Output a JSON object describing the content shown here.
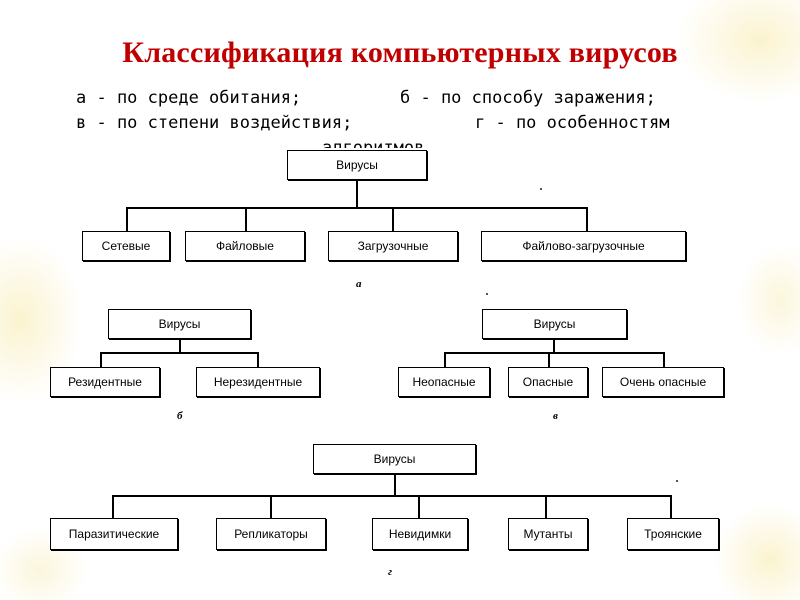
{
  "slide": {
    "title": "Классификация компьютерных вирусов",
    "sub_a": "а - по среде обитания;",
    "sub_b": "б - по способу заражения;",
    "sub_v": "в - по степени воздействия;",
    "sub_g": "г - по особенностям",
    "sub_g2": "алгоритмов"
  },
  "diagrams": {
    "a": {
      "root": "Вирусы",
      "children": [
        "Сетевые",
        "Файловые",
        "Загрузочные",
        "Файлово-загрузочные"
      ],
      "caption": "а"
    },
    "b": {
      "root": "Вирусы",
      "children": [
        "Резидентные",
        "Нерезидентные"
      ],
      "caption": "б"
    },
    "v": {
      "root": "Вирусы",
      "children": [
        "Неопасные",
        "Опасные",
        "Очень опасные"
      ],
      "caption": "в"
    },
    "g": {
      "root": "Вирусы",
      "children": [
        "Паразитические",
        "Репликаторы",
        "Невидимки",
        "Мутанты",
        "Троянские"
      ],
      "caption": "г"
    }
  }
}
